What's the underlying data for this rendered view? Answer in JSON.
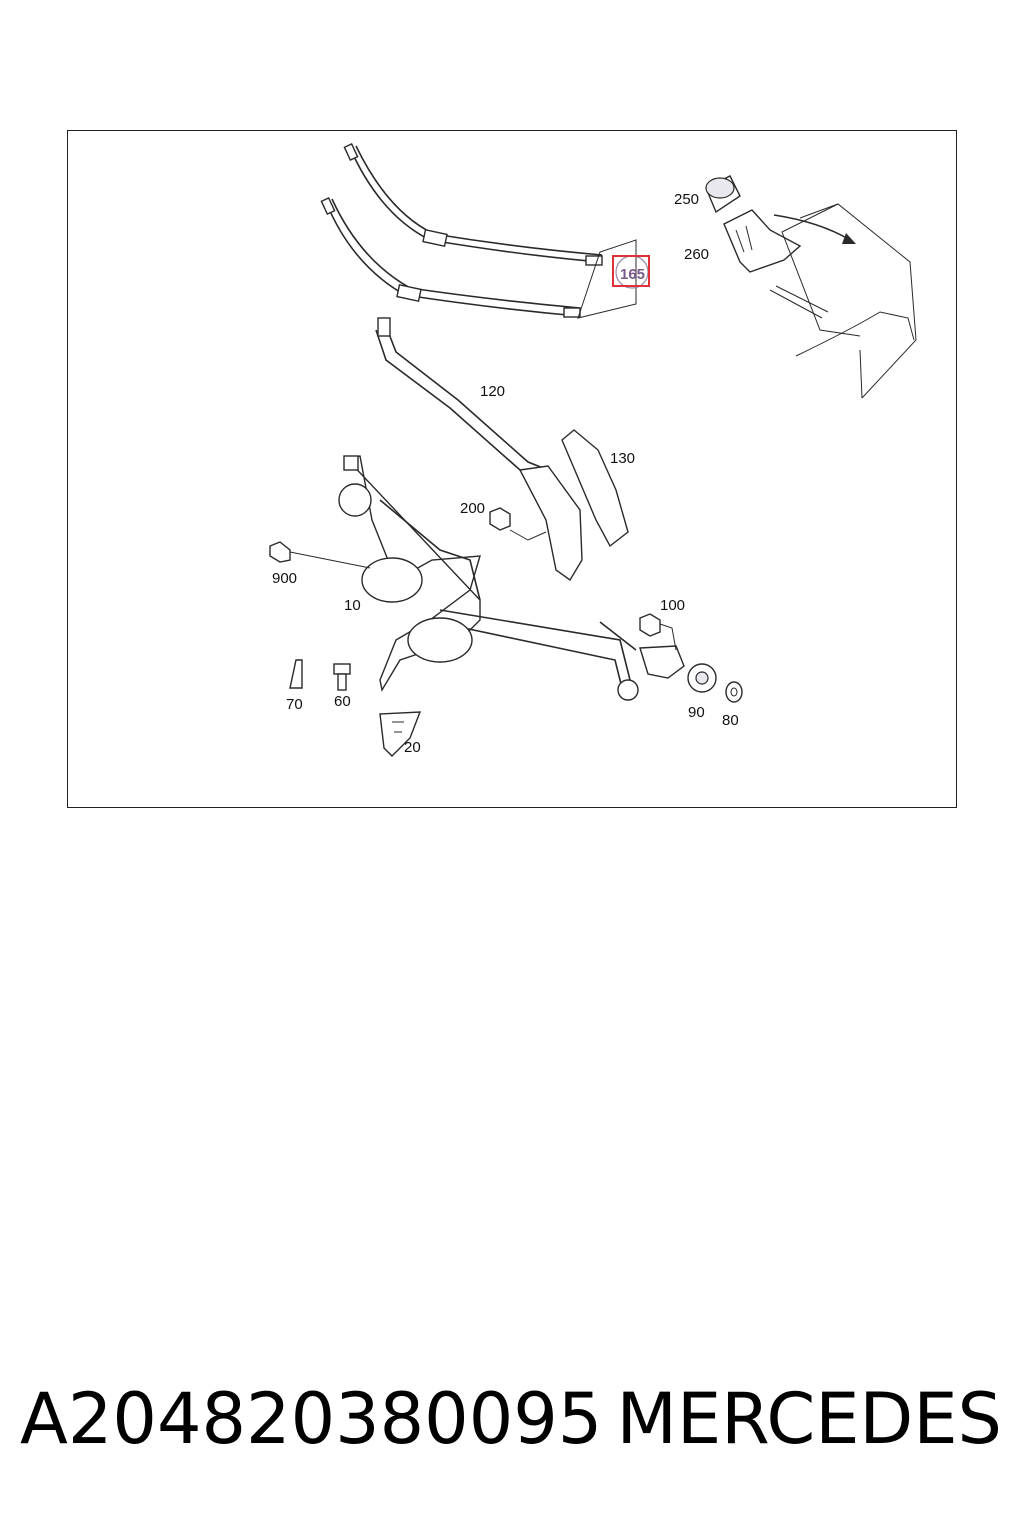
{
  "diagram": {
    "labels": {
      "p165": "165",
      "p250": "250",
      "p260": "260",
      "p120": "120",
      "p130": "130",
      "p200": "200",
      "p900": "900",
      "p10": "10",
      "p100": "100",
      "p70": "70",
      "p60": "60",
      "p90": "90",
      "p80": "80",
      "p20": "20"
    },
    "highlight_color": "#e0303a",
    "highlight_text_color": "#7a5a8a"
  },
  "footer": {
    "part_number": "A204820380095",
    "brand": "MERCEDES"
  }
}
